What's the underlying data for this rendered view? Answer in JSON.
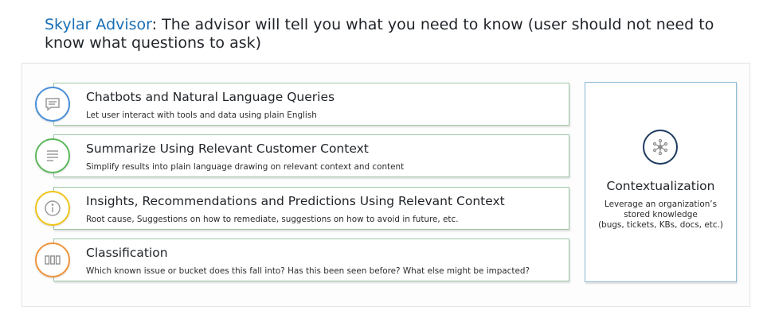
{
  "header": {
    "accent": "Skylar Advisor",
    "text": ": The advisor will tell you what you need to know (user should not need to know what questions to ask)"
  },
  "rows": [
    {
      "title": "Chatbots and Natural Language Queries",
      "desc": "Let user interact with tools and data using plain English",
      "icon": "chat-bubble-icon",
      "color": "#4a90d9"
    },
    {
      "title": "Summarize Using Relevant Customer Context",
      "desc": "Simplify results into plain language drawing on relevant context and content",
      "icon": "text-lines-icon",
      "color": "#5cb85c"
    },
    {
      "title": "Insights, Recommendations and Predictions Using Relevant Context",
      "desc": "Root cause, Suggestions on how to remediate, suggestions on how to avoid in future, etc.",
      "icon": "info-icon",
      "color": "#f0c419"
    },
    {
      "title": "Classification",
      "desc": "Which known issue or bucket does this fall into? Has this been seen before? What else might be impacted?",
      "icon": "buckets-icon",
      "color": "#f0943a"
    }
  ],
  "side": {
    "title": "Contextualization",
    "desc": "Leverage an organization’s\nstored knowledge\n(bugs, tickets, KBs, docs, etc.)",
    "icon": "network-hub-icon",
    "color": "#1e3a5f"
  }
}
